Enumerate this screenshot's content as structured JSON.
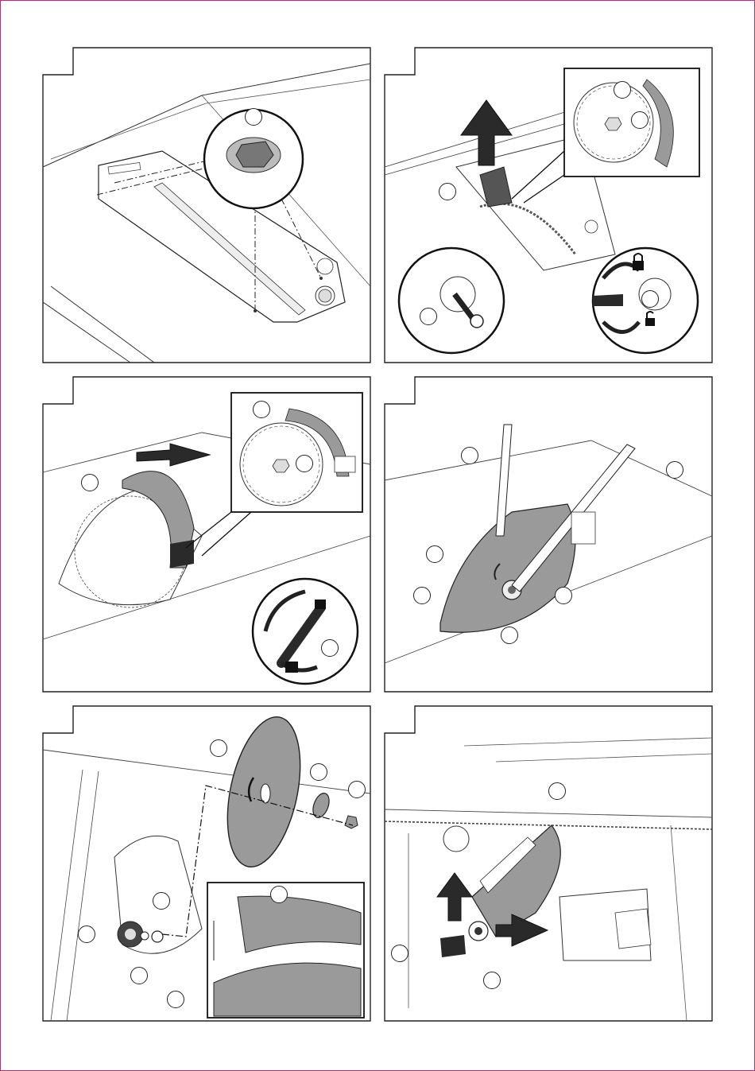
{
  "figures": [
    {
      "id": "fig-1",
      "number": "",
      "callouts": [
        "",
        ""
      ]
    },
    {
      "id": "fig-2",
      "number": "",
      "callouts": [
        "",
        "",
        "",
        "",
        ""
      ]
    },
    {
      "id": "fig-3",
      "number": "",
      "callouts": [
        "",
        "",
        "",
        ""
      ]
    },
    {
      "id": "fig-4",
      "number": "",
      "callouts": [
        "",
        "",
        "",
        "",
        "",
        ""
      ]
    },
    {
      "id": "fig-5",
      "number": "",
      "callouts": [
        "",
        "",
        "",
        "",
        "",
        "",
        "",
        ""
      ]
    },
    {
      "id": "fig-6",
      "number": "",
      "callouts": [
        "",
        "",
        ""
      ]
    }
  ],
  "colors": {
    "line": "#222222",
    "gray": "#9a9a9a",
    "dark": "#2a2a2a",
    "border": "#b0307e"
  },
  "icons": [
    "lock-closed-icon",
    "lock-open-icon",
    "arrow-up-icon",
    "arrow-right-icon",
    "rotate-arrow-icon"
  ]
}
